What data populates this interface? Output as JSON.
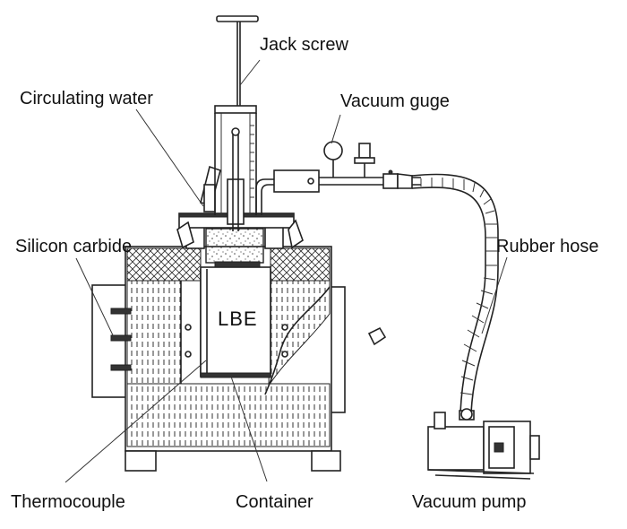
{
  "labels": {
    "jack_screw": "Jack screw",
    "circulating_water": "Circulating water",
    "vacuum_gauge": "Vacuum guge",
    "silicon_carbide": "Silicon carbide",
    "rubber_hose": "Rubber hose",
    "lbe": "LBE",
    "thermocouple": "Thermocouple",
    "container": "Container",
    "vacuum_pump": "Vacuum pump"
  }
}
